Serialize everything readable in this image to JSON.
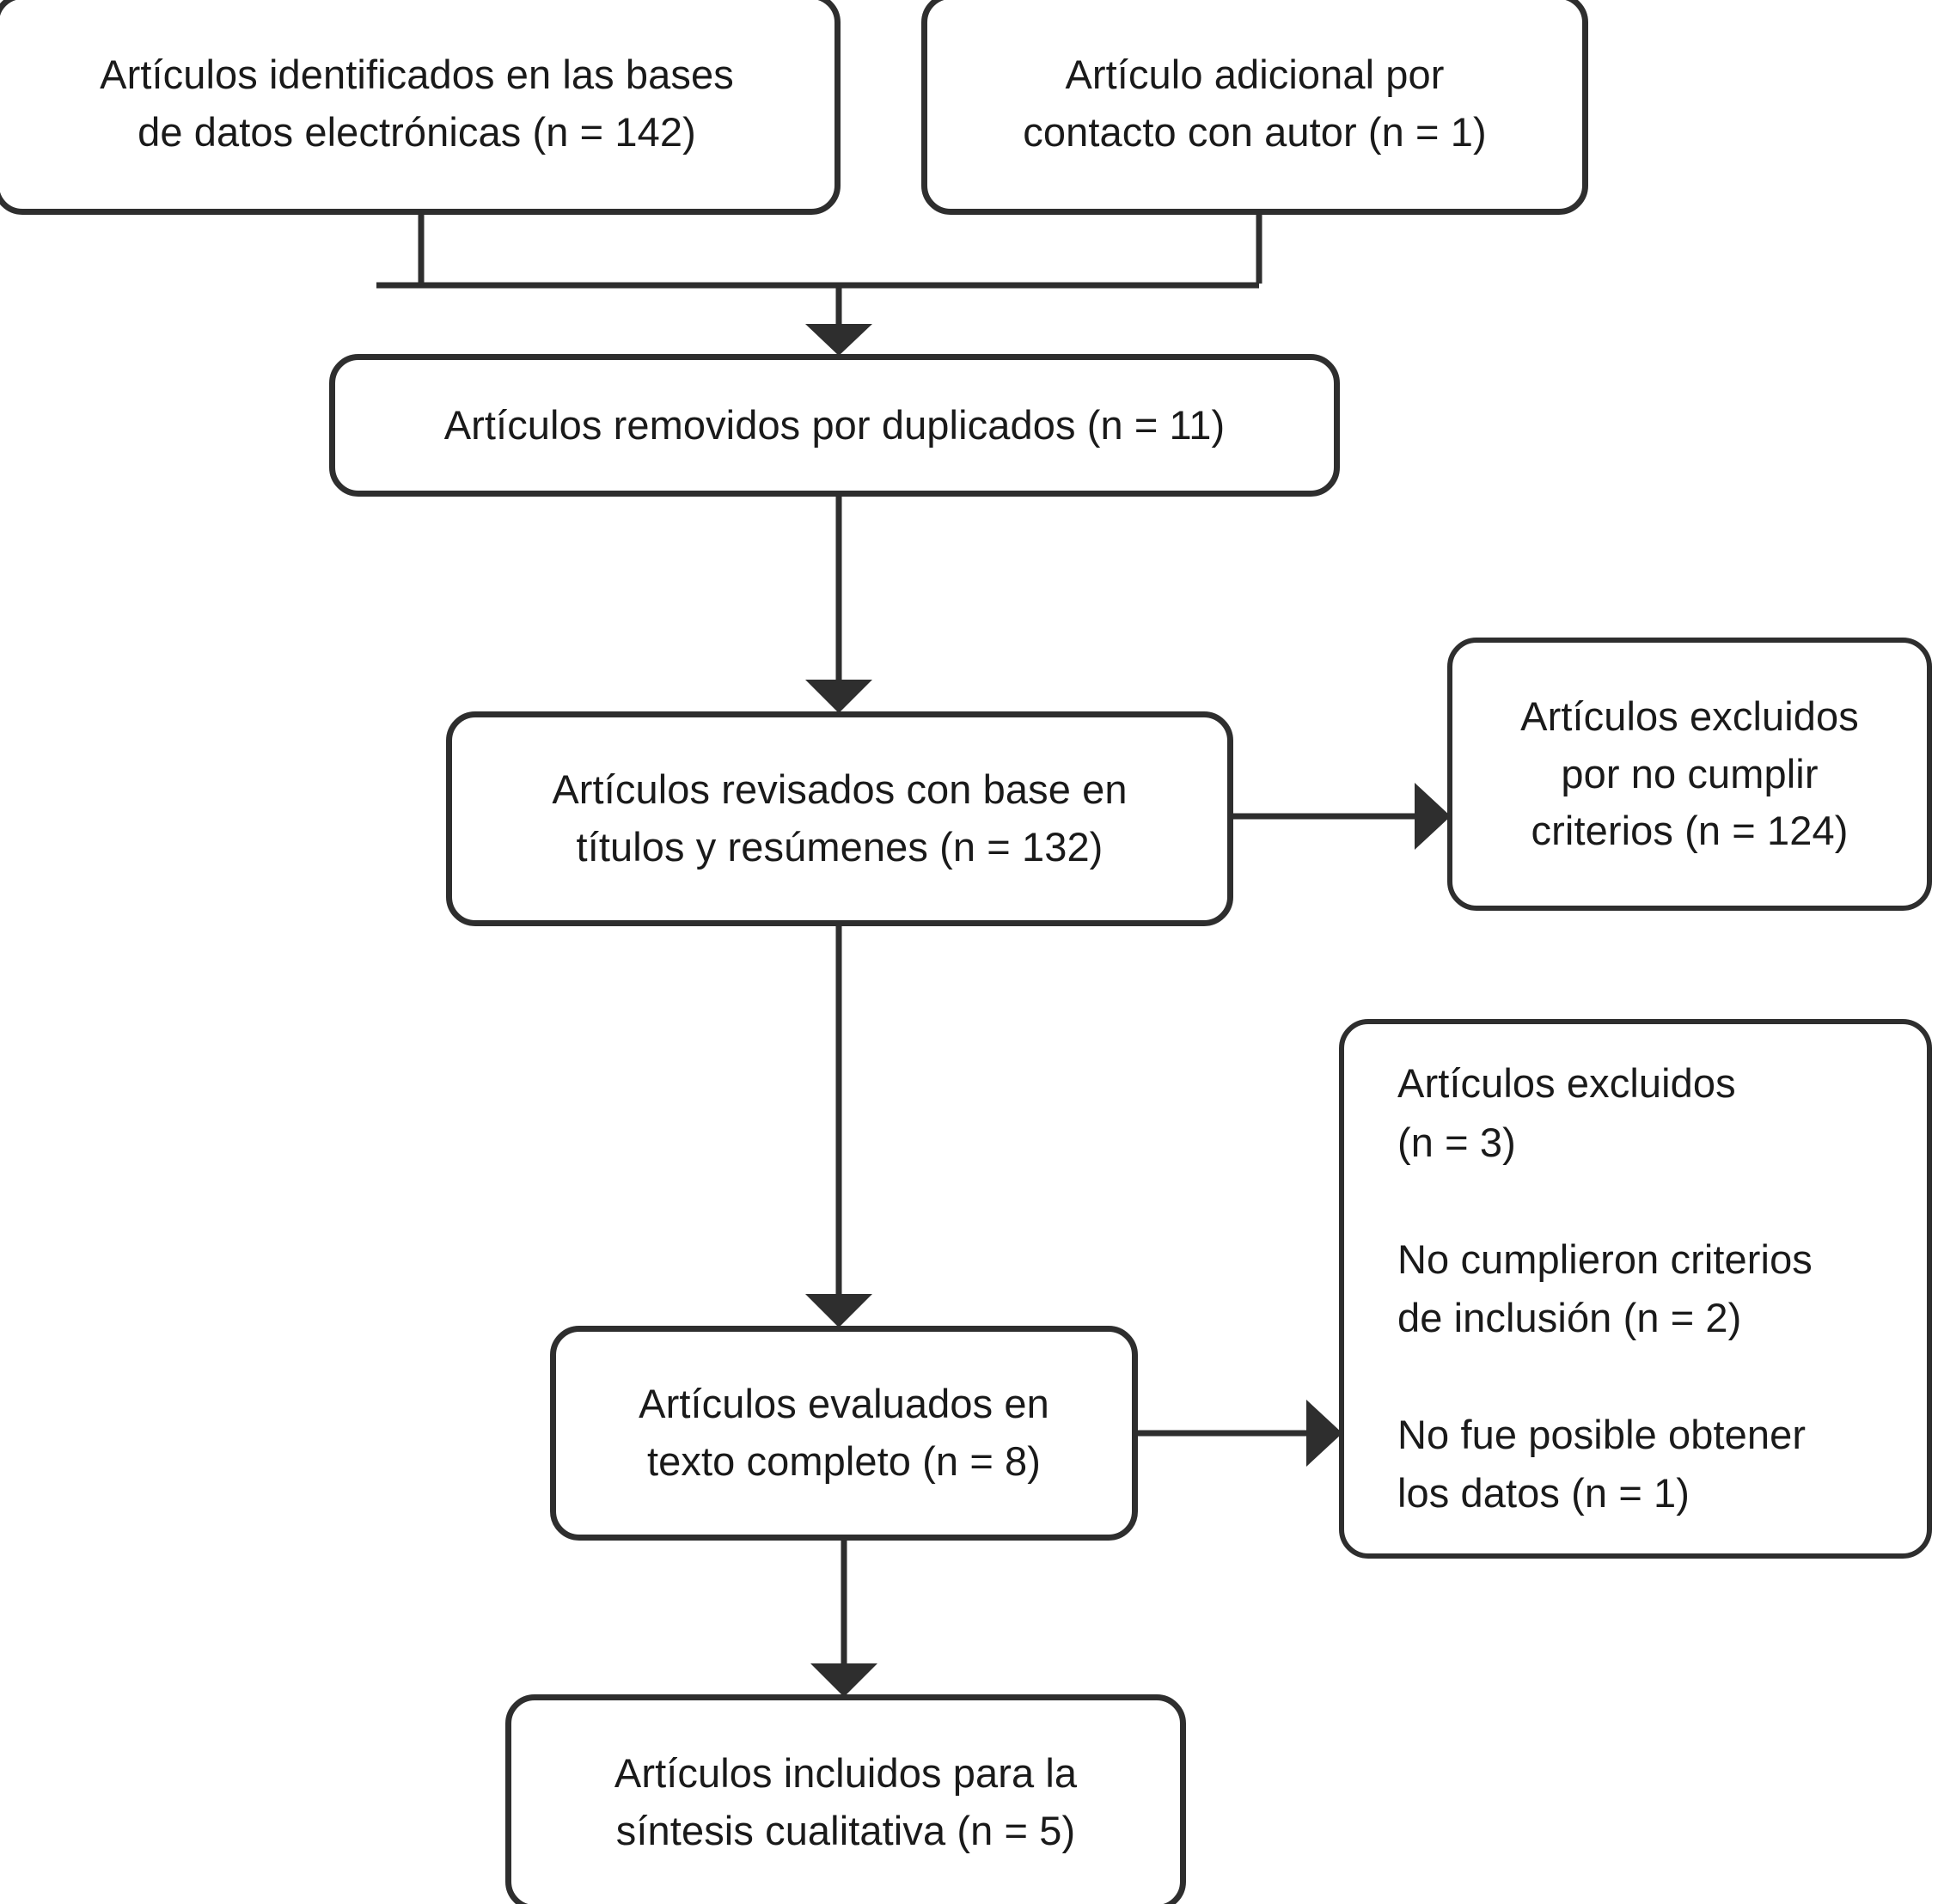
{
  "diagram": {
    "type": "prisma-flow-diagram",
    "language": "es",
    "stroke_color": "#2e2e2e",
    "text_color": "#1a1a1a",
    "background_color": "#ffffff",
    "nodes": {
      "identified": "Artículos identificados en las bases\nde datos electrónicas (n = 142)",
      "additional": "Artículo adicional por\ncontacto con autor (n = 1)",
      "duplicates": "Artículos removidos por duplicados (n = 11)",
      "screened": "Artículos revisados con base en\ntítulos y resúmenes (n = 132)",
      "excluded_criteria": "Artículos excluidos\npor no cumplir\ncriterios (n = 124)",
      "fulltext": "Artículos evaluados en\ntexto completo (n = 8)",
      "excluded_detail": "Artículos excluidos\n(n = 3)\n\nNo cumplieron criterios\nde inclusión (n = 2)\n\nNo fue posible obtener\nlos datos (n = 1)",
      "included": "Artículos incluidos para la\nsíntesis cualitativa (n = 5)"
    },
    "counts": {
      "identified": 142,
      "additional": 1,
      "duplicates_removed": 11,
      "screened": 132,
      "excluded_criteria": 124,
      "fulltext_assessed": 8,
      "excluded_total": 3,
      "excluded_inclusion_criteria": 2,
      "excluded_no_data": 1,
      "included": 5
    }
  }
}
